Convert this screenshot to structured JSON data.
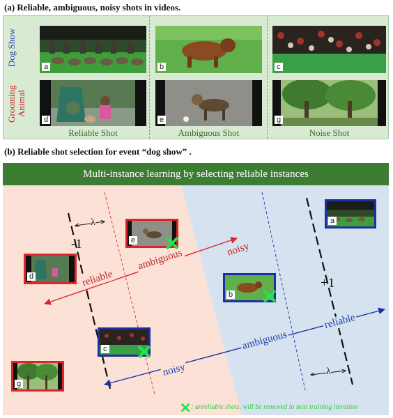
{
  "section_a": {
    "title": "(a) Reliable, ambiguous, noisy shots in videos.",
    "rows": [
      {
        "label": "Dog Show",
        "color": "#1f3fb0"
      },
      {
        "label": "Grooming Animal",
        "color": "#c0262a"
      }
    ],
    "columns": [
      "Reliable Shot",
      "Ambiguous Shot",
      "Noise Shot"
    ],
    "thumbnails": [
      {
        "tag": "a",
        "scene": "dog-show-arena"
      },
      {
        "tag": "b",
        "scene": "running-dog"
      },
      {
        "tag": "c",
        "scene": "crowd-stands"
      },
      {
        "tag": "d",
        "scene": "grooming-at-park"
      },
      {
        "tag": "e",
        "scene": "terrier-on-gravel"
      },
      {
        "tag": "g",
        "scene": "forest-trees"
      }
    ]
  },
  "section_b": {
    "title": "(b) Reliable shot selection for event “dog show” .",
    "banner": "Multi-instance learning by selecting reliable instances",
    "neg_label": "-1",
    "pos_label": "+1",
    "lambda": "λ",
    "red_axis": {
      "reliable": "reliable",
      "ambiguous": "ambiguous",
      "noisy": "noisy"
    },
    "blue_axis": {
      "noisy": "noisy",
      "ambiguous": "ambiguous",
      "reliable": "reliable"
    },
    "instances": [
      {
        "tag": "a",
        "side": "positive",
        "unreliable": false
      },
      {
        "tag": "b",
        "side": "positive",
        "unreliable": true
      },
      {
        "tag": "c",
        "side": "positive",
        "unreliable": true
      },
      {
        "tag": "d",
        "side": "negative",
        "unreliable": false
      },
      {
        "tag": "e",
        "side": "negative",
        "unreliable": true
      },
      {
        "tag": "g",
        "side": "negative",
        "unreliable": false
      }
    ],
    "footnote": ": unreliable shots, will be removed in next training iteration"
  },
  "colors": {
    "negative_region": "#fbe1d6",
    "positive_region": "#d6e2ef",
    "red": "#d8262a",
    "blue": "#1a2fa3",
    "banner": "#3c7d33",
    "cross": "#27e34a"
  }
}
